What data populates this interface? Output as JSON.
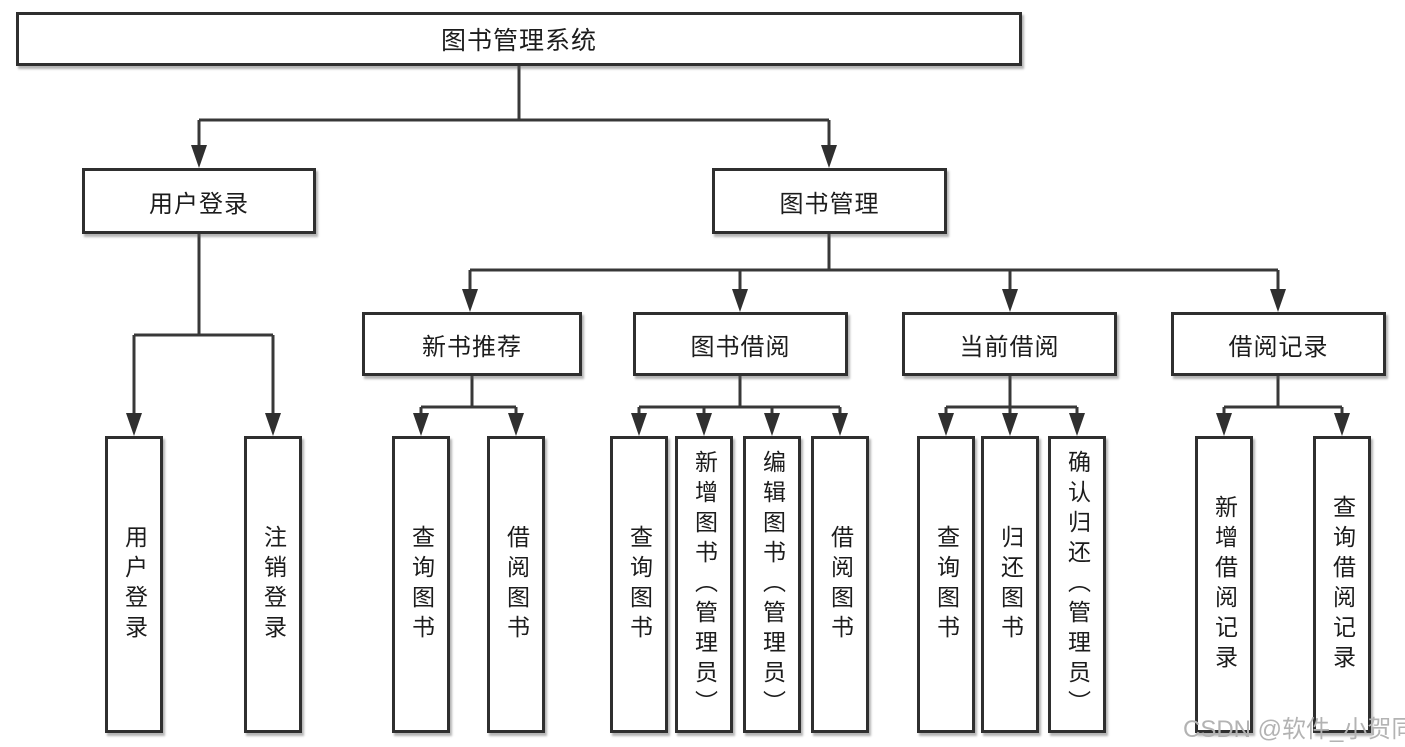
{
  "diagram": {
    "type": "hierarchy-tree",
    "root": {
      "label": "图书管理系统"
    },
    "level2": {
      "user_login": {
        "label": "用户登录"
      },
      "book_mgmt": {
        "label": "图书管理"
      }
    },
    "level3": {
      "new_book_rec": {
        "label": "新书推荐"
      },
      "book_borrow": {
        "label": "图书借阅"
      },
      "current_borrow": {
        "label": "当前借阅"
      },
      "borrow_records": {
        "label": "借阅记录"
      }
    },
    "leaves": {
      "user_login": {
        "label": "用户登录"
      },
      "logout": {
        "label": "注销登录"
      },
      "rec_query_book": {
        "label": "查询图书"
      },
      "rec_borrow_book": {
        "label": "借阅图书"
      },
      "bb_query_book": {
        "label": "查询图书"
      },
      "bb_add_book": {
        "label": "新增图书（管理员）"
      },
      "bb_edit_book": {
        "label": "编辑图书（管理员）"
      },
      "bb_borrow_book": {
        "label": "借阅图书"
      },
      "cb_query_book": {
        "label": "查询图书"
      },
      "cb_return_book": {
        "label": "归还图书"
      },
      "cb_confirm_return": {
        "label": "确认归还（管理员）"
      },
      "br_add_record": {
        "label": "新增借阅记录"
      },
      "br_query_record": {
        "label": "查询借阅记录"
      }
    }
  },
  "watermark": {
    "text": "CSDN @软件_小贺同学",
    "color": "#b3b3b3"
  },
  "colors": {
    "line": "#383838",
    "box_border": "#2f2f2f",
    "text": "#1c1c1c",
    "background": "#ffffff"
  }
}
